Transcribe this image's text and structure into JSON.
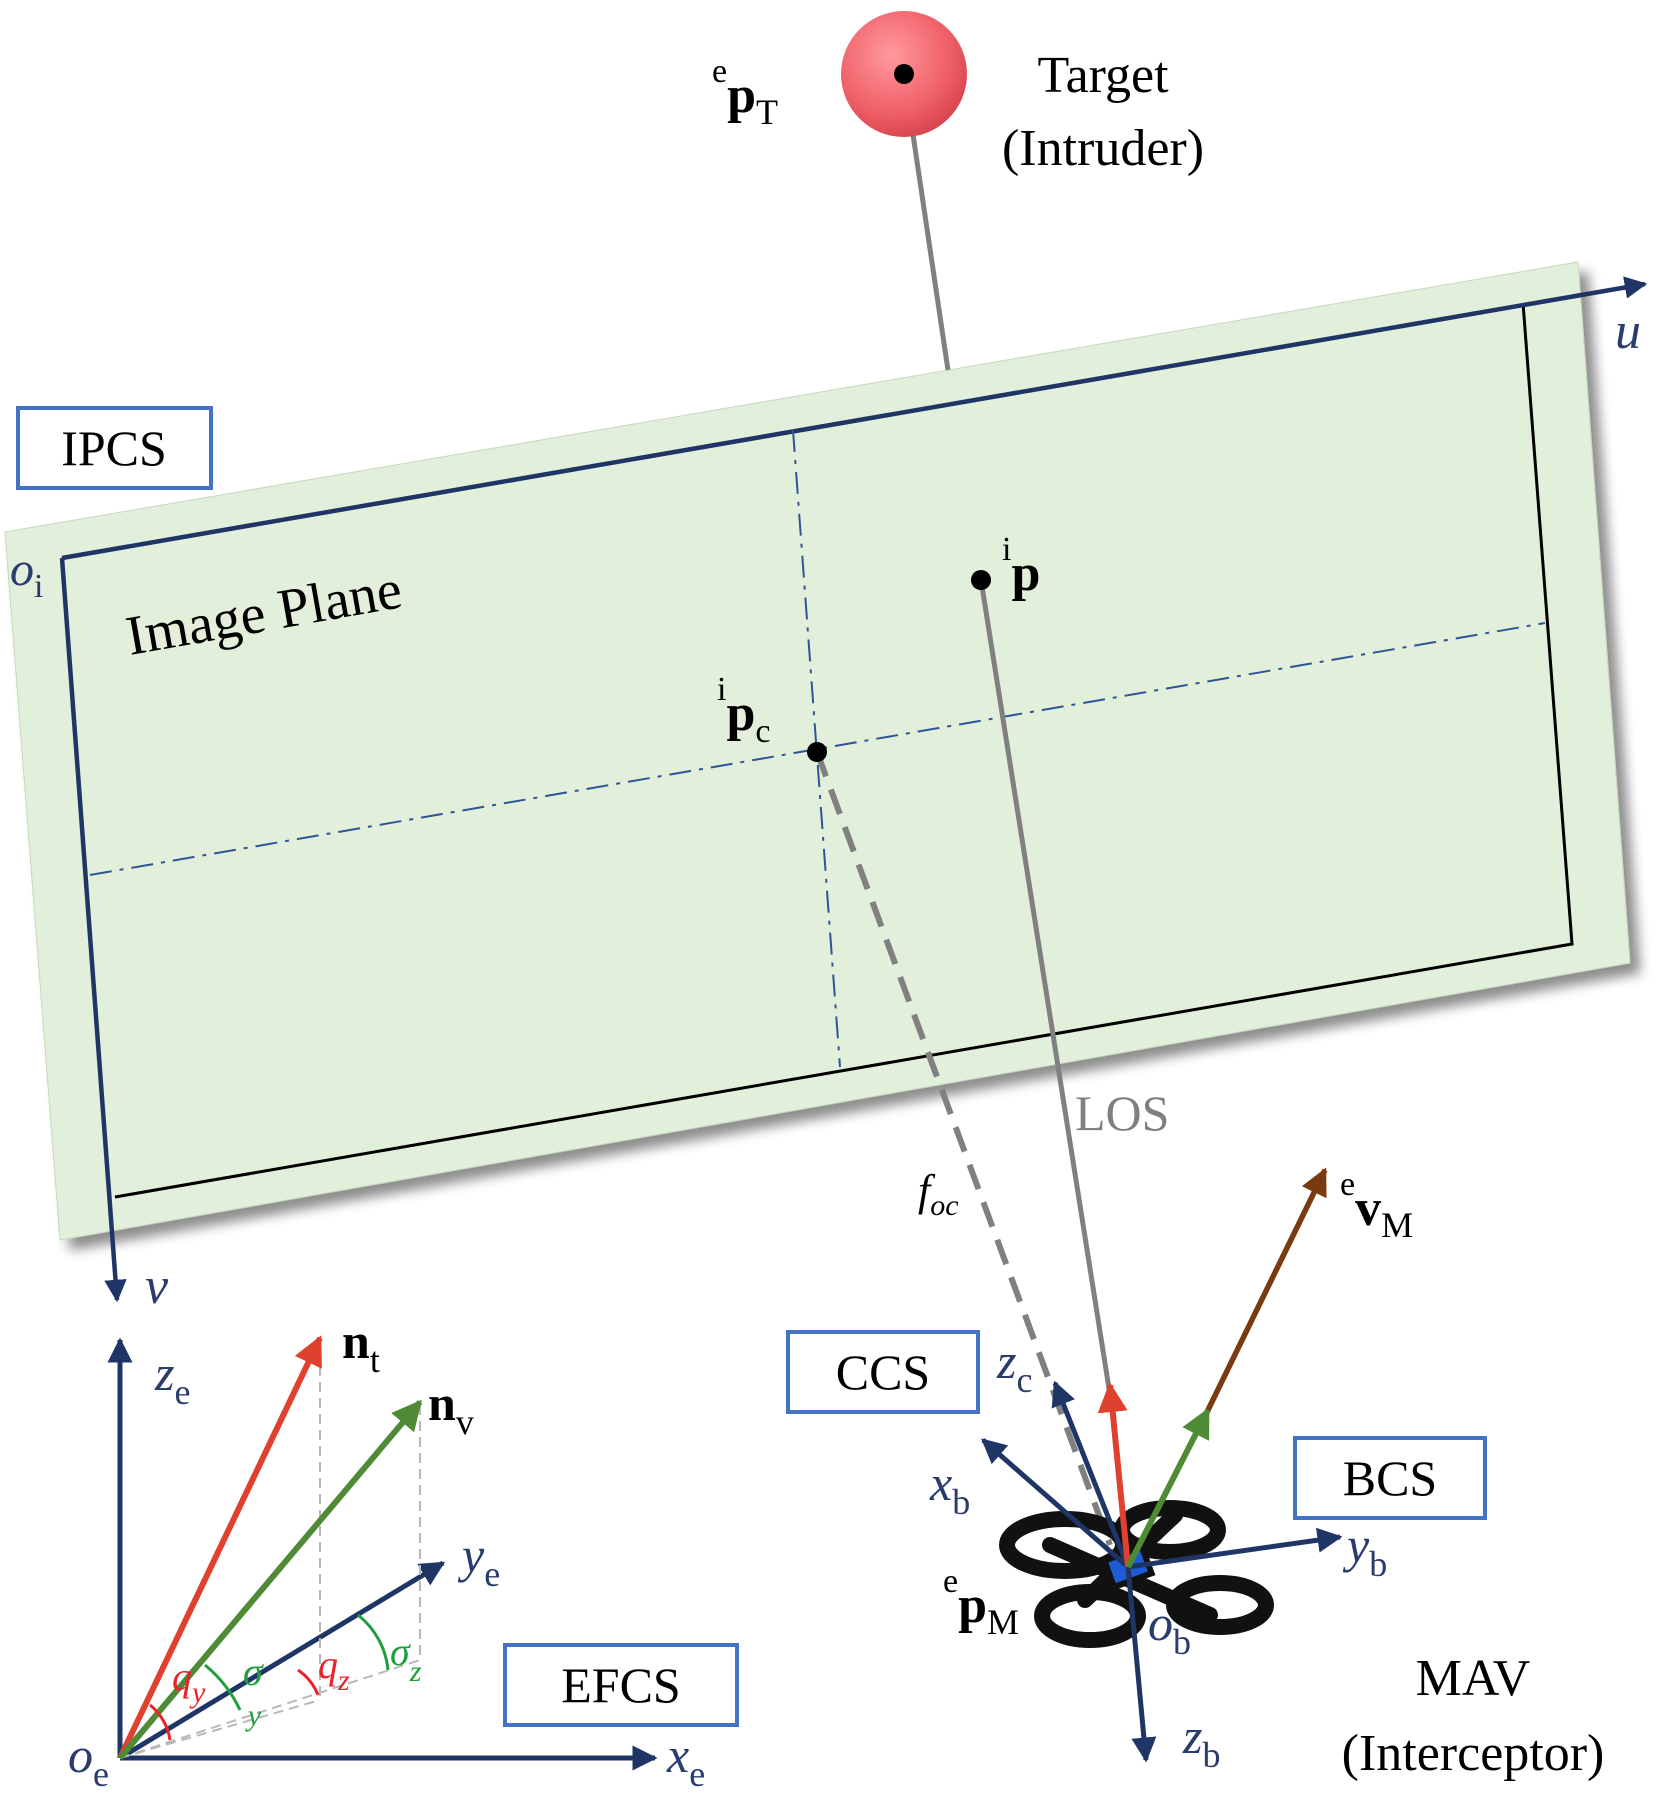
{
  "colors": {
    "navy": "#1f3566",
    "box_border": "#4472c4",
    "plane_fill": "#e2efda",
    "gray_line": "#808080",
    "red": "#e0412f",
    "green": "#4f8a35",
    "brown": "#7a3a10",
    "target": "#f06068",
    "angle_red": "#e8242a",
    "angle_green": "#1e9e3c",
    "axis_label": "#2a3b6e"
  },
  "boxes": {
    "ipcs": "IPCS",
    "ccs": "CCS",
    "bcs": "BCS",
    "efcs": "EFCS"
  },
  "target": {
    "title_line1": "Target",
    "title_line2": "(Intruder)",
    "pos_sup": "e",
    "pos_main": "p",
    "pos_sub": "T"
  },
  "image_plane": {
    "title": "Image Plane",
    "origin_main": "o",
    "origin_sub": "i",
    "u": "u",
    "v": "v",
    "point_sup": "i",
    "point_main": "p",
    "center_sup": "i",
    "center_main": "p",
    "center_sub": "c"
  },
  "los_label": "LOS",
  "focal": {
    "main": "f",
    "sub": "oc"
  },
  "velocity": {
    "sup": "e",
    "main": "v",
    "sub": "M"
  },
  "mav": {
    "title_line1": "MAV",
    "title_line2": "(Interceptor)",
    "pos_sup": "e",
    "pos_main": "p",
    "pos_sub": "M",
    "zc_main": "z",
    "zc_sub": "c",
    "xb_main": "x",
    "xb_sub": "b",
    "yb_main": "y",
    "yb_sub": "b",
    "zb_main": "z",
    "zb_sub": "b",
    "ob_main": "o",
    "ob_sub": "b"
  },
  "efcs": {
    "ze_main": "z",
    "ze_sub": "e",
    "ye_main": "y",
    "ye_sub": "e",
    "xe_main": "x",
    "xe_sub": "e",
    "oe_main": "o",
    "oe_sub": "e",
    "nt_main": "n",
    "nt_sub": "t",
    "nv_main": "n",
    "nv_sub": "v",
    "qy_main": "q",
    "qy_sub": "y",
    "qz_main": "q",
    "qz_sub": "z",
    "sy_main": "σ",
    "sy_sub": "y",
    "sz_main": "σ",
    "sz_sub": "z"
  }
}
